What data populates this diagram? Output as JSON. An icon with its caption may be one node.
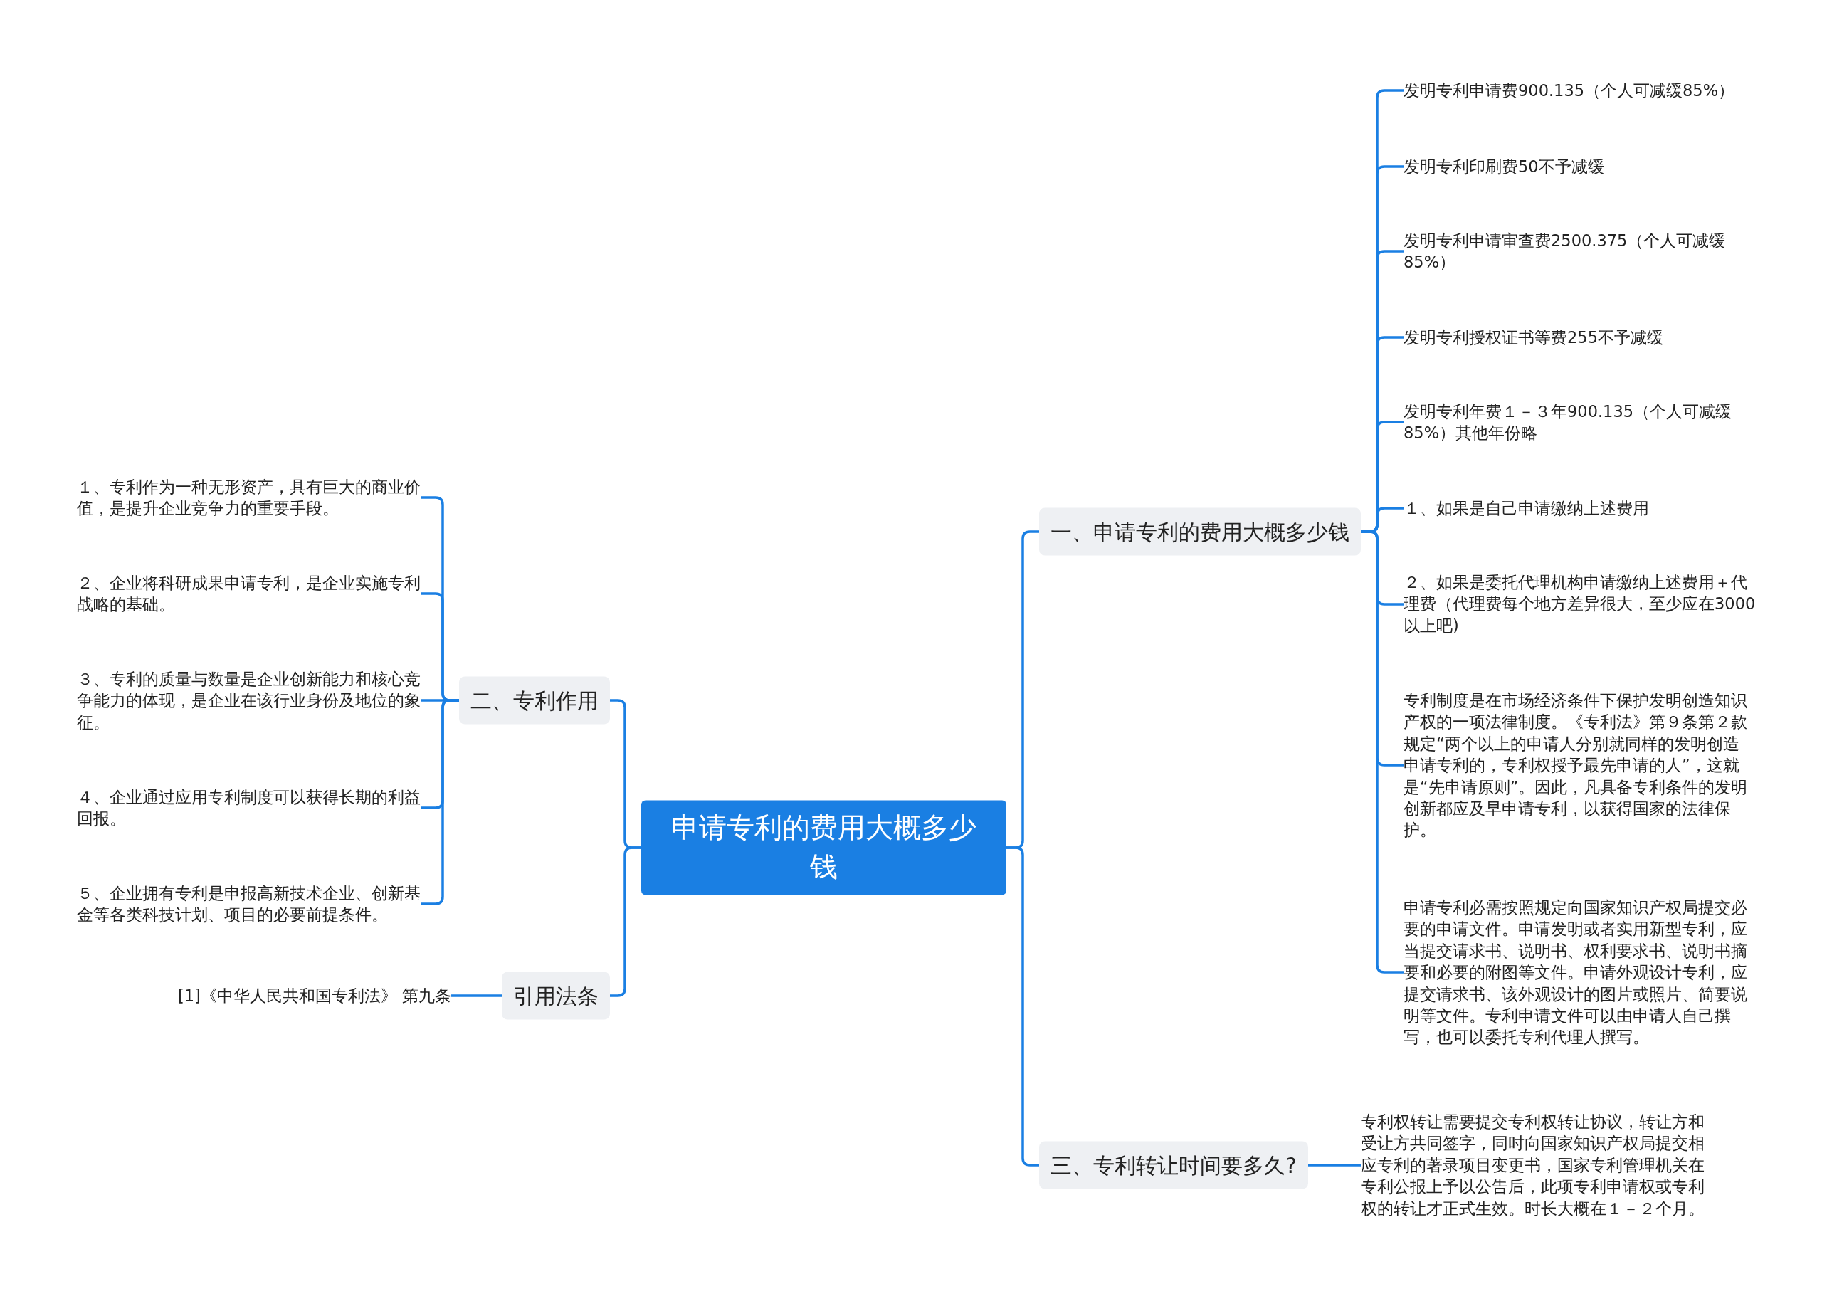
{
  "diagram": {
    "nodes": [
      {
        "text": [
          "申请专利的费用大概多少钱"
        ]
      },
      {
        "text": [
          "一、申请专利的费用大概多少钱"
        ]
      },
      {
        "text": [
          "发明专利申请费900.135（个人可减缓85%）"
        ]
      },
      {
        "text": [
          "发明专利印刷费50不予减缓"
        ]
      },
      {
        "text": [
          "发明专利申请审查费2500.375（个人可减缓85%）"
        ]
      },
      {
        "text": [
          "发明专利授权证书等费255不予减缓"
        ]
      },
      {
        "text": [
          "发明专利年费１－３年900.135（个人可减缓85%）其他年份略"
        ]
      },
      {
        "text": [
          "１、如果是自己申请缴纳上述费用"
        ]
      },
      {
        "text": [
          "２、如果是委托代理机构申请缴纳上述费用＋代理费（代理费每个地方差异很大，至少应在3000以上吧)"
        ]
      },
      {
        "text": [
          "专利制度是在市场经济条件下保护发明创造知识产权的一项法律制度。《专利法》第９条第２款规定“两个以上的申请人分别就同样的发明创造申请专利的，专利权授予最先申请的人”，这就是“先申请原则”。因此，凡具备专利条件的发明创新都应及早申请专利，以获得国家的法律保护。"
        ]
      },
      {
        "text": [
          "申请专利必需按照规定向国家知识产权局提交必要的申请文件。申请发明或者实用新型专利，应当提交请求书、说明书、权利要求书、说明书摘要和必要的附图等文件。申请外观设计专利，应提交请求书、该外观设计的图片或照片、简要说明等文件。专利申请文件可以由申请人自己撰写，也可以委托专利代理人撰写。"
        ]
      },
      {
        "text": [
          "三、专利转让时间要多久?"
        ]
      },
      {
        "text": [
          "专利权转让需要提交专利权转让协议，转让方和受让方共同签字，同时向国家知识产权局提交相应专利的著录项目变更书，国家专利管理机关在专利公报上予以公告后，此项专利申请权或专利权的转让才正式生效。时长大概在１－２个月。"
        ]
      },
      {
        "text": [
          "二、专利作用"
        ]
      },
      {
        "text": [
          "１、专利作为一种无形资产，具有巨大的商业价值，是提升企业竞争力的重要手段。"
        ]
      },
      {
        "text": [
          "２、企业将科研成果申请专利，是企业实施专利战略的基础。"
        ]
      },
      {
        "text": [
          "３、专利的质量与数量是企业创新能力和核心竞争能力的体现，是企业在该行业身份及地位的象征。"
        ]
      },
      {
        "text": [
          "４、企业通过应用专利制度可以获得长期的利益回报。"
        ]
      },
      {
        "text": [
          "５、企业拥有专利是申报高新技术企业、创新基金等各类科技计划、项目的必要前提条件。"
        ]
      },
      {
        "text": [
          "引用法条"
        ]
      },
      {
        "text": [
          "[1]《中华人民共和国专利法》 第九条"
        ]
      }
    ],
    "edges": [
      {
        "from": 0,
        "to": 1,
        "arrow": "none"
      },
      {
        "from": 1,
        "to": 2,
        "arrow": "none"
      },
      {
        "from": 1,
        "to": 3,
        "arrow": "none"
      },
      {
        "from": 1,
        "to": 4,
        "arrow": "none"
      },
      {
        "from": 1,
        "to": 5,
        "arrow": "none"
      },
      {
        "from": 1,
        "to": 6,
        "arrow": "none"
      },
      {
        "from": 1,
        "to": 7,
        "arrow": "none"
      },
      {
        "from": 1,
        "to": 8,
        "arrow": "none"
      },
      {
        "from": 1,
        "to": 9,
        "arrow": "none"
      },
      {
        "from": 1,
        "to": 10,
        "arrow": "none"
      },
      {
        "from": 0,
        "to": 11,
        "arrow": "none"
      },
      {
        "from": 11,
        "to": 12,
        "arrow": "none"
      },
      {
        "from": 0,
        "to": 13,
        "arrow": "none"
      },
      {
        "from": 13,
        "to": 14,
        "arrow": "none"
      },
      {
        "from": 13,
        "to": 15,
        "arrow": "none"
      },
      {
        "from": 13,
        "to": 16,
        "arrow": "none"
      },
      {
        "from": 13,
        "to": 17,
        "arrow": "none"
      },
      {
        "from": 13,
        "to": 18,
        "arrow": "none"
      },
      {
        "from": 0,
        "to": 19,
        "arrow": "none"
      },
      {
        "from": 19,
        "to": 20,
        "arrow": "none"
      }
    ]
  }
}
